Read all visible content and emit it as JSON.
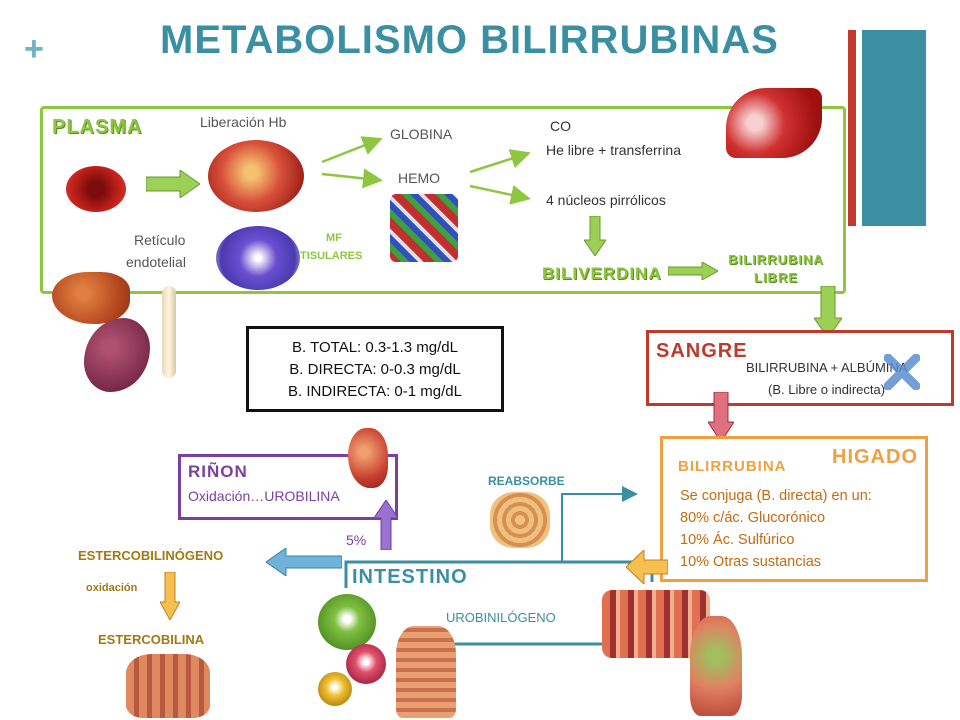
{
  "header": {
    "title": "METABOLISMO BILIRRUBINAS",
    "plus": "+"
  },
  "plasma": {
    "label": "PLASMA",
    "liberacion": "Liberación Hb",
    "globina": "GLOBINA",
    "hemo": "HEMO",
    "co": "CO",
    "fe": "He libre + transferrina",
    "nucleos": "4 núcleos pirrólicos",
    "reticulo_1": "Retículo",
    "reticulo_2": "endotelial",
    "mf_1": "MF",
    "mf_2": "TISULARES",
    "biliverdina": "BILIVERDINA",
    "bilirrubina_libre_1": "BILIRRUBINA",
    "bilirrubina_libre_2": "LIBRE"
  },
  "values": {
    "total": "B. TOTAL: 0.3-1.3 mg/dL",
    "directa": "B. DIRECTA: 0-0.3 mg/dL",
    "indirecta": "B. INDIRECTA: 0-1 mg/dL"
  },
  "sangre": {
    "label": "SANGRE",
    "line1": "BILIRRUBINA + ALBÚMINA",
    "line2": "(B. Libre o indirecta)"
  },
  "higado": {
    "label": "HIGADO",
    "bilirrubina": "BILIRRUBINA",
    "conjuga": "Se conjuga  (B. directa) en un:",
    "l1": "80% c/ác. Glucorónico",
    "l2": "10% Ác. Sulfúrico",
    "l3": "10% Otras sustancias"
  },
  "rinon": {
    "label": "RIÑON",
    "text": "Oxidación…UROBILINA"
  },
  "intestino": {
    "label": "INTESTINO",
    "reabsorbe": "REABSORBE",
    "pct": "5%",
    "urobilinogeno": "UROBINILÓGENO",
    "estercobilinogeno": "ESTERCOBILINÓGENO",
    "oxidacion": "oxidación",
    "estercobilina": "ESTERCOBILINA"
  },
  "colors": {
    "teal": "#3a8fa3",
    "green": "#8dc63f",
    "red": "#c0392b",
    "orange": "#f0a040",
    "purple": "#7b3fa0"
  }
}
